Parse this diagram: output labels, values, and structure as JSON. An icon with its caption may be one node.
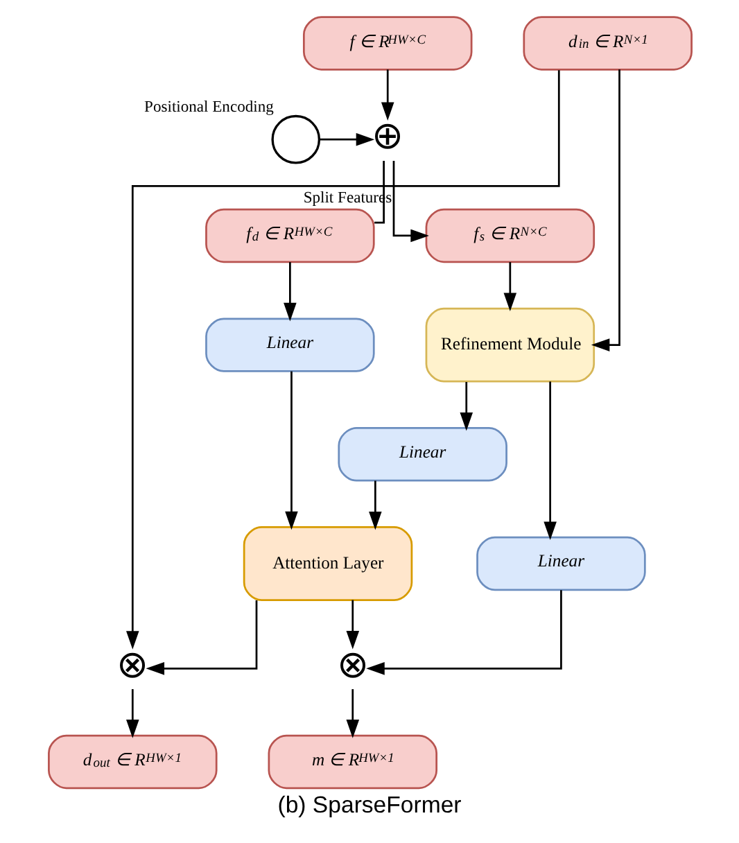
{
  "diagram": {
    "caption": "(b) SparseFormer",
    "nodes": [
      {
        "text": [
          "f ∈ R$^{HW×C}$"
        ]
      },
      {
        "text": [
          "d$_{in}$ ∈ R$^{N×1}$"
        ]
      },
      {
        "text": [],
        "shape": "circle",
        "beside": [
          "Positional Encoding"
        ]
      },
      {
        "text": [
          "⊕"
        ]
      },
      {
        "text": [
          "f$_{d}$ ∈ R$^{HW×C}$"
        ]
      },
      {
        "text": [
          "f$_{s}$ ∈ R$^{N×C}$"
        ]
      },
      {
        "text": [
          "Linear"
        ]
      },
      {
        "text": [
          "Refinement Module"
        ]
      },
      {
        "text": [
          "Attention Layer"
        ]
      },
      {
        "text": [
          "Linear"
        ]
      },
      {
        "text": [
          "Linear"
        ]
      },
      {
        "text": [
          "⊗"
        ]
      },
      {
        "text": [
          "⊗"
        ]
      },
      {
        "text": [
          "d$_{out}$ ∈ R$^{HW×1}$"
        ]
      },
      {
        "text": [
          "m ∈ R$^{HW×1}$"
        ]
      }
    ],
    "edges": [
      {
        "from": 0,
        "to": 3,
        "arrow": "to"
      },
      {
        "from": 2,
        "to": 3,
        "arrow": "to"
      },
      {
        "from": 3,
        "to": 4,
        "arrow": "none"
      },
      {
        "from": 3,
        "to": 5,
        "label": "Split Features",
        "arrow": "to"
      },
      {
        "from": 1,
        "to": 7,
        "arrow": "to"
      },
      {
        "from": 1,
        "to": 11,
        "arrow": "to"
      },
      {
        "from": 4,
        "to": 6,
        "arrow": "to"
      },
      {
        "from": 5,
        "to": 7,
        "arrow": "to"
      },
      {
        "from": 6,
        "to": 8,
        "arrow": "to"
      },
      {
        "from": 7,
        "to": 9,
        "arrow": "to"
      },
      {
        "from": 7,
        "to": 10,
        "arrow": "to"
      },
      {
        "from": 9,
        "to": 8,
        "arrow": "to"
      },
      {
        "from": 8,
        "to": 11,
        "arrow": "to"
      },
      {
        "from": 8,
        "to": 12,
        "arrow": "to"
      },
      {
        "from": 10,
        "to": 12,
        "arrow": "to"
      },
      {
        "from": 11,
        "to": 13,
        "arrow": "to"
      },
      {
        "from": 12,
        "to": 14,
        "arrow": "to"
      }
    ]
  }
}
